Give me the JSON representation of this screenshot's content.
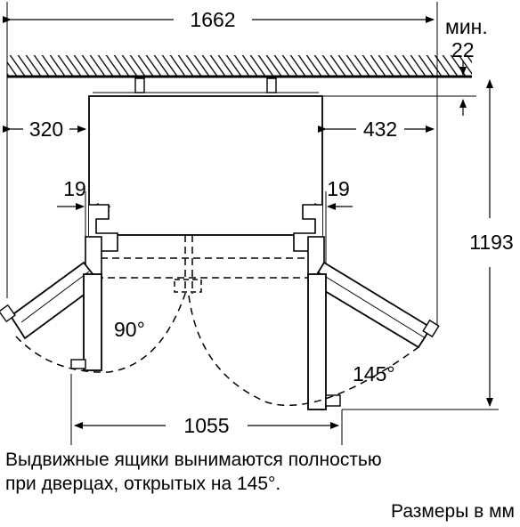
{
  "dimensions": {
    "total_width": "1662",
    "min_label": "мин.",
    "min_gap": "22",
    "left_clearance": "320",
    "right_clearance": "432",
    "left_door_offset": "19",
    "right_door_offset": "19",
    "depth": "1193",
    "open_width": "1055"
  },
  "angles": {
    "left": "90°",
    "right": "145°"
  },
  "caption": {
    "line1": "Выдвижные ящики вынимаются полностью",
    "line2": "при дверцах, открытых на 145°.",
    "units": "Размеры в мм"
  }
}
